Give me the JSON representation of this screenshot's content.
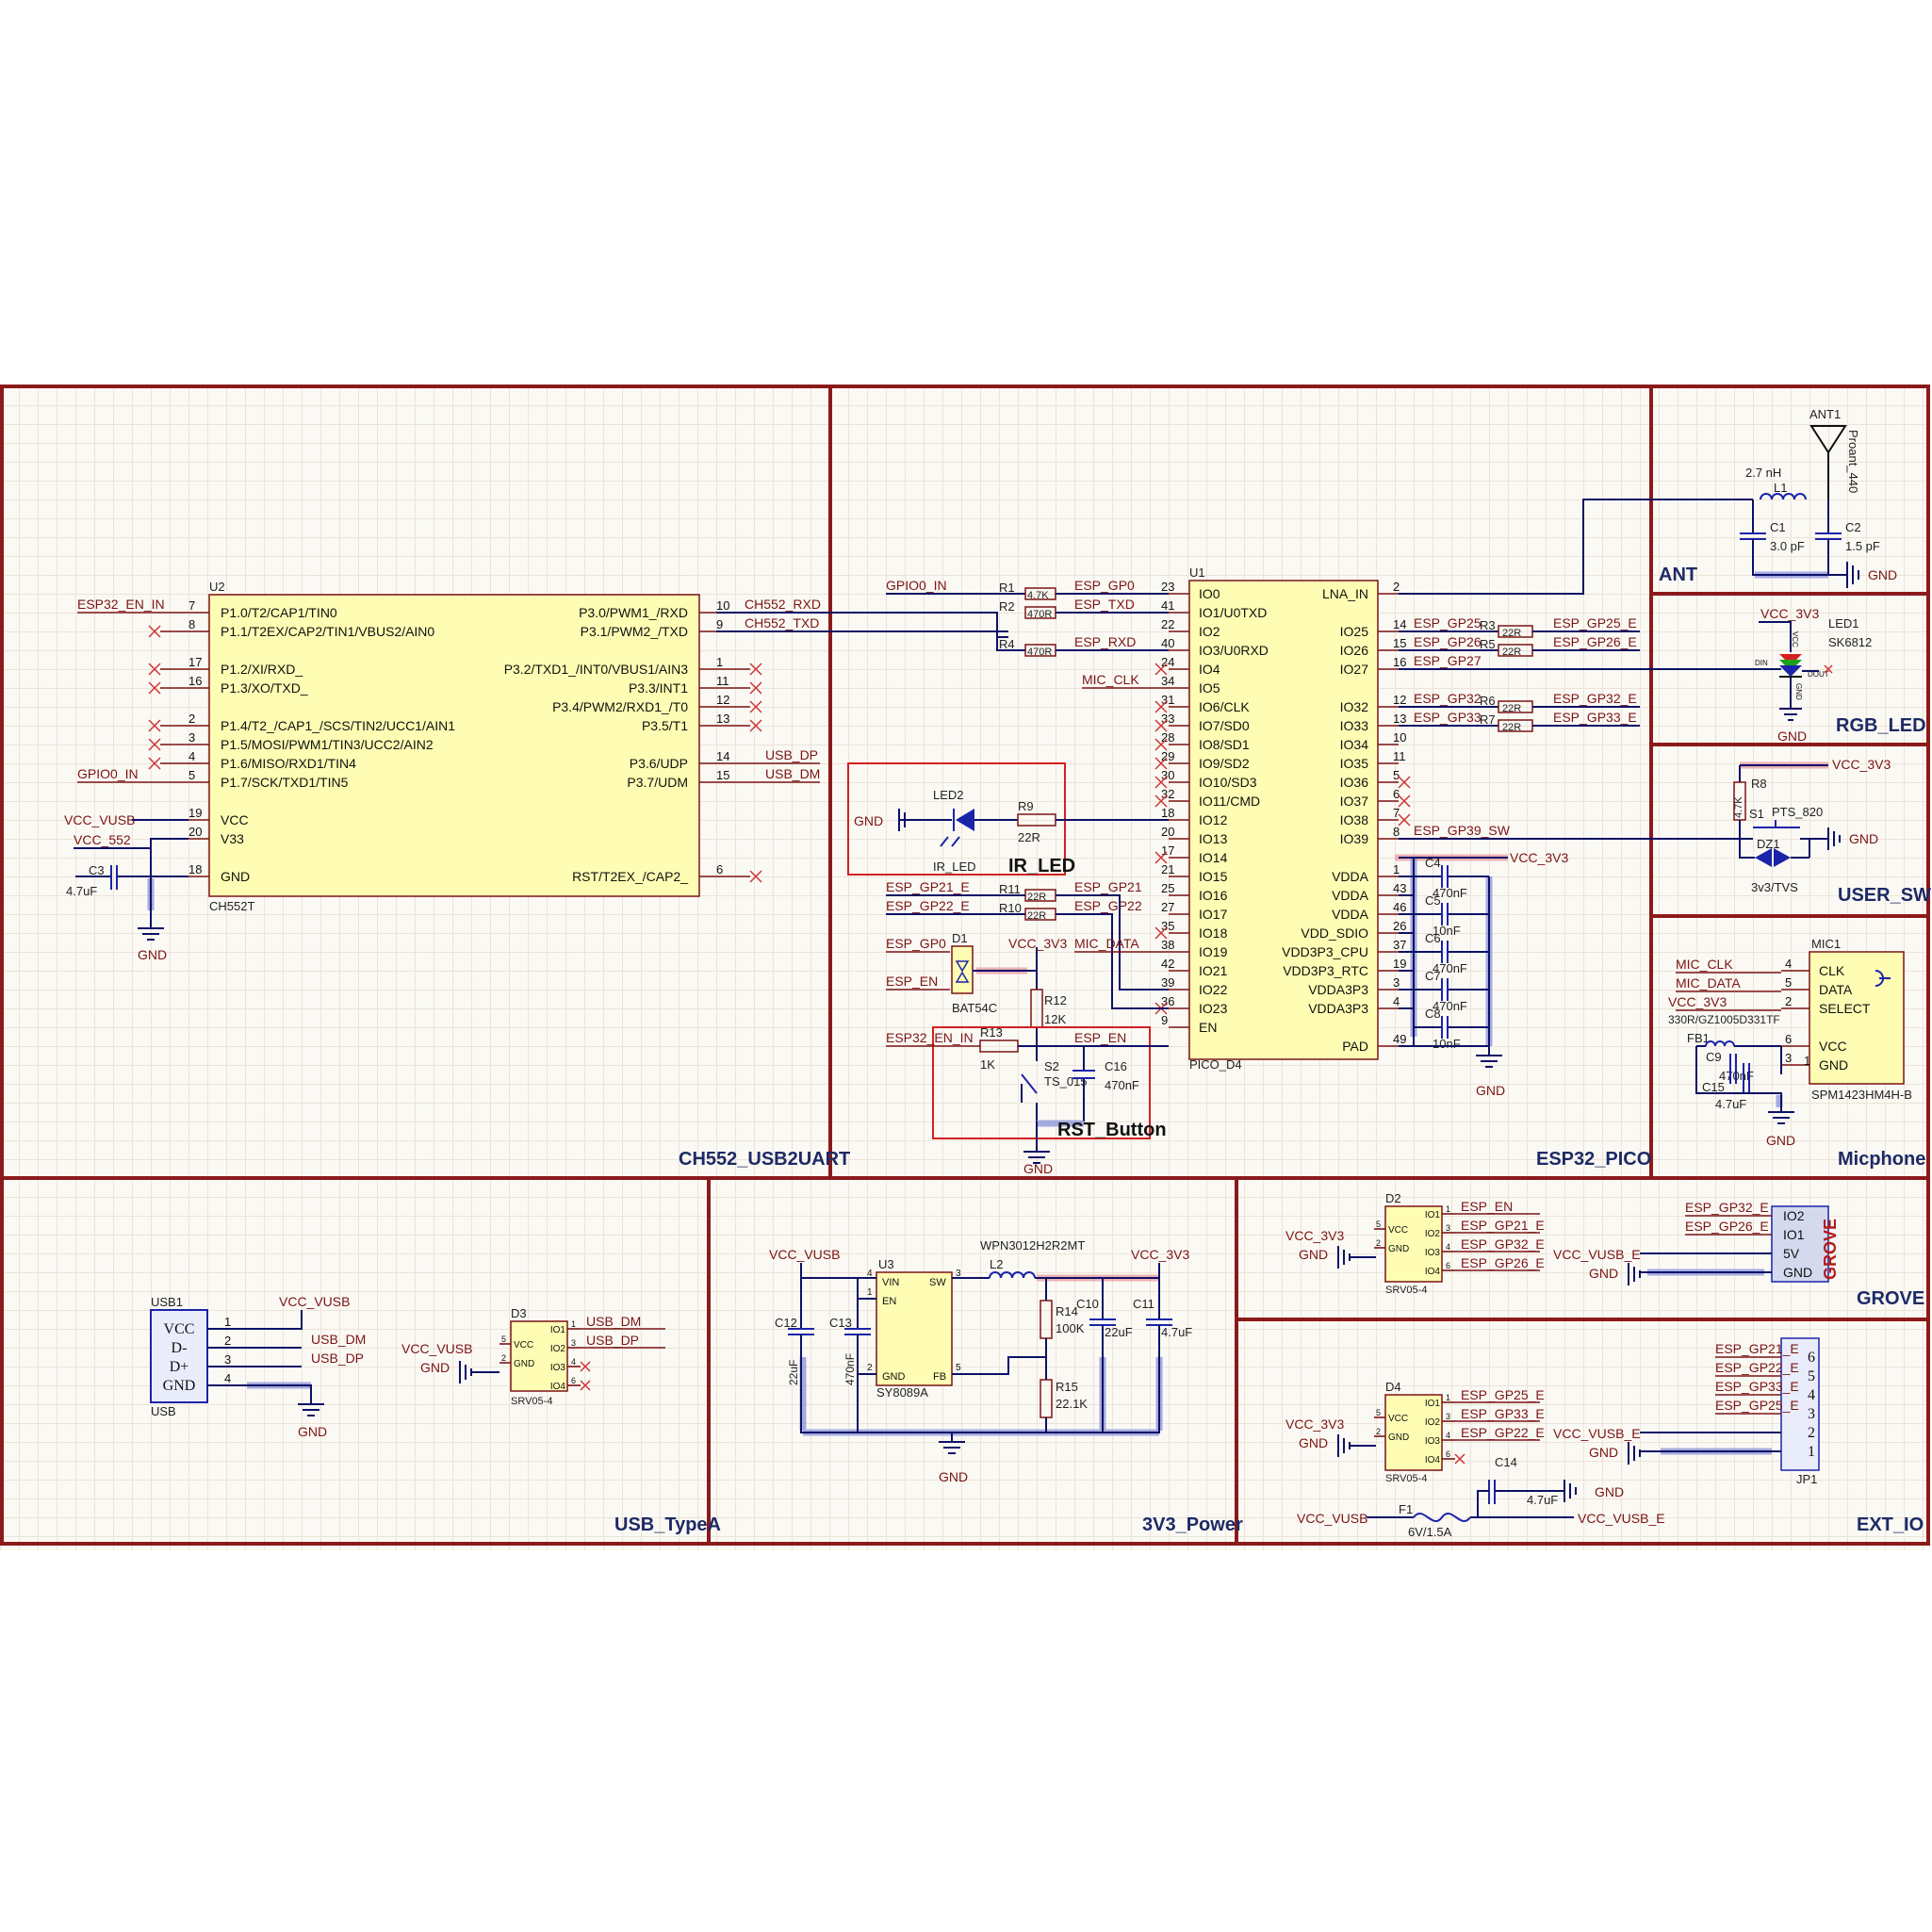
{
  "sections": {
    "ch552": "CH552_USB2UART",
    "esp32": "ESP32_PICO",
    "ant": "ANT",
    "rgb": "RGB_LED",
    "user_sw": "USER_SW",
    "mic": "Micphone",
    "usb": "USB_TypeA",
    "power": "3V3_Power",
    "grove": "GROVE",
    "extio": "EXT_IO",
    "ir": "IR_LED",
    "rst": "RST_Button"
  },
  "ch552": {
    "ref": "U2",
    "part": "CH552T",
    "left_pins": [
      {
        "no": "7",
        "name": "P1.0/T2/CAP1/TIN0"
      },
      {
        "no": "8",
        "name": "P1.1/T2EX/CAP2/TIN1/VBUS2/AIN0"
      },
      {
        "no": "17",
        "name": "P1.2/XI/RXD_"
      },
      {
        "no": "16",
        "name": "P1.3/XO/TXD_"
      },
      {
        "no": "2",
        "name": "P1.4/T2_/CAP1_/SCS/TIN2/UCC1/AIN1"
      },
      {
        "no": "3",
        "name": "P1.5/MOSI/PWM1/TIN3/UCC2/AIN2"
      },
      {
        "no": "4",
        "name": "P1.6/MISO/RXD1/TIN4"
      },
      {
        "no": "5",
        "name": "P1.7/SCK/TXD1/TIN5"
      },
      {
        "no": "19",
        "name": "VCC"
      },
      {
        "no": "20",
        "name": "V33"
      },
      {
        "no": "18",
        "name": "GND"
      }
    ],
    "right_pins": [
      {
        "no": "10",
        "name": "P3.0/PWM1_/RXD"
      },
      {
        "no": "9",
        "name": "P3.1/PWM2_/TXD"
      },
      {
        "no": "1",
        "name": "P3.2/TXD1_/INT0/VBUS1/AIN3"
      },
      {
        "no": "11",
        "name": "P3.3/INT1"
      },
      {
        "no": "12",
        "name": "P3.4/PWM2/RXD1_/T0"
      },
      {
        "no": "13",
        "name": "P3.5/T1"
      },
      {
        "no": "14",
        "name": "P3.6/UDP"
      },
      {
        "no": "15",
        "name": "P3.7/UDM"
      },
      {
        "no": "6",
        "name": "RST/T2EX_/CAP2_"
      }
    ],
    "nets": {
      "esp32_en_in": "ESP32_EN_IN",
      "gpio0_in": "GPIO0_IN",
      "vcc_vusb": "VCC_VUSB",
      "vcc_552": "VCC_552",
      "rxd": "CH552_RXD",
      "txd": "CH552_TXD",
      "usb_dp": "USB_DP",
      "usb_dm": "USB_DM",
      "gnd": "GND"
    },
    "c3_ref": "C3",
    "c3_val": "4.7uF"
  },
  "esp32": {
    "ref": "U1",
    "part": "PICO_D4",
    "left_pins": [
      {
        "no": "23",
        "name": "IO0"
      },
      {
        "no": "41",
        "name": "IO1/U0TXD"
      },
      {
        "no": "22",
        "name": "IO2"
      },
      {
        "no": "40",
        "name": "IO3/U0RXD"
      },
      {
        "no": "24",
        "name": "IO4"
      },
      {
        "no": "34",
        "name": "IO5"
      },
      {
        "no": "31",
        "name": "IO6/CLK"
      },
      {
        "no": "33",
        "name": "IO7/SD0"
      },
      {
        "no": "28",
        "name": "IO8/SD1"
      },
      {
        "no": "29",
        "name": "IO9/SD2"
      },
      {
        "no": "30",
        "name": "IO10/SD3"
      },
      {
        "no": "32",
        "name": "IO11/CMD"
      },
      {
        "no": "18",
        "name": "IO12"
      },
      {
        "no": "20",
        "name": "IO13"
      },
      {
        "no": "17",
        "name": "IO14"
      },
      {
        "no": "21",
        "name": "IO15"
      },
      {
        "no": "25",
        "name": "IO16"
      },
      {
        "no": "27",
        "name": "IO17"
      },
      {
        "no": "35",
        "name": "IO18"
      },
      {
        "no": "38",
        "name": "IO19"
      },
      {
        "no": "42",
        "name": "IO21"
      },
      {
        "no": "39",
        "name": "IO22"
      },
      {
        "no": "36",
        "name": "IO23"
      },
      {
        "no": "9",
        "name": "EN"
      }
    ],
    "right_pins": [
      {
        "no": "2",
        "name": "LNA_IN"
      },
      {
        "no": "14",
        "name": "IO25"
      },
      {
        "no": "15",
        "name": "IO26"
      },
      {
        "no": "16",
        "name": "IO27"
      },
      {
        "no": "12",
        "name": "IO32"
      },
      {
        "no": "13",
        "name": "IO33"
      },
      {
        "no": "10",
        "name": "IO34"
      },
      {
        "no": "11",
        "name": "IO35"
      },
      {
        "no": "5",
        "name": "IO36"
      },
      {
        "no": "6",
        "name": "IO37"
      },
      {
        "no": "7",
        "name": "IO38"
      },
      {
        "no": "8",
        "name": "IO39"
      },
      {
        "no": "1",
        "name": "VDDA"
      },
      {
        "no": "43",
        "name": "VDDA"
      },
      {
        "no": "46",
        "name": "VDDA"
      },
      {
        "no": "26",
        "name": "VDD_SDIO"
      },
      {
        "no": "37",
        "name": "VDD3P3_CPU"
      },
      {
        "no": "19",
        "name": "VDD3P3_RTC"
      },
      {
        "no": "3",
        "name": "VDDA3P3"
      },
      {
        "no": "4",
        "name": "VDDA3P3"
      },
      {
        "no": "49",
        "name": "PAD"
      }
    ],
    "left_nets": {
      "gpio0_in": "GPIO0_IN",
      "esp_gp0": "ESP_GP0",
      "esp_txd": "ESP_TXD",
      "esp_rxd": "ESP_RXD",
      "mic_clk": "MIC_CLK",
      "esp_gp21_e": "ESP_GP21_E",
      "esp_gp22_e": "ESP_GP22_E",
      "esp_gp21": "ESP_GP21",
      "esp_gp22": "ESP_GP22",
      "esp_gp0b": "ESP_GP0",
      "esp_en": "ESP_EN",
      "vcc_3v3": "VCC_3V3",
      "mic_data": "MIC_DATA",
      "esp32_en_in": "ESP32_EN_IN",
      "esp_en2": "ESP_EN"
    },
    "right_nets": {
      "gp25": "ESP_GP25",
      "gp26": "ESP_GP26",
      "gp27": "ESP_GP27",
      "gp32": "ESP_GP32",
      "gp33": "ESP_GP33",
      "gp25e": "ESP_GP25_E",
      "gp26e": "ESP_GP26_E",
      "gp32e": "ESP_GP32_E",
      "gp33e": "ESP_GP33_E",
      "gp39sw": "ESP_GP39_SW",
      "vcc": "VCC_3V3",
      "gnd": "GND"
    },
    "resistors": [
      {
        "ref": "R1",
        "val": "4.7K"
      },
      {
        "ref": "R2",
        "val": "470R"
      },
      {
        "ref": "R4",
        "val": "470R"
      },
      {
        "ref": "R11",
        "val": "22R"
      },
      {
        "ref": "R10",
        "val": "22R"
      },
      {
        "ref": "R3",
        "val": "22R"
      },
      {
        "ref": "R5",
        "val": "22R"
      },
      {
        "ref": "R6",
        "val": "22R"
      },
      {
        "ref": "R7",
        "val": "22R"
      }
    ],
    "caps": [
      {
        "ref": "C4",
        "val": "470nF"
      },
      {
        "ref": "C5",
        "val": "10nF"
      },
      {
        "ref": "C6",
        "val": "470nF"
      },
      {
        "ref": "C7",
        "val": "470nF"
      },
      {
        "ref": "C8",
        "val": "10nF"
      }
    ],
    "d1_ref": "D1",
    "d1_part": "BAT54C",
    "r12_ref": "R12",
    "r12_val": "12K",
    "r13_ref": "R13",
    "r13_val": "1K",
    "s2_ref": "S2",
    "s2_part": "TS_015",
    "c16_ref": "C16",
    "c16_val": "470nF",
    "led2_ref": "LED2",
    "led2_part": "IR_LED",
    "r9_ref": "R9",
    "r9_val": "22R",
    "gnd": "GND"
  },
  "ant": {
    "ref": "ANT1",
    "part": "Proant_440",
    "l1_ref": "L1",
    "l1_val": "2.7 nH",
    "c1_ref": "C1",
    "c1_val": "3.0 pF",
    "c2_ref": "C2",
    "c2_val": "1.5 pF",
    "gnd": "GND"
  },
  "rgb": {
    "vcc": "VCC_3V3",
    "ref": "LED1",
    "part": "SK6812",
    "din": "DIN",
    "dout": "DOUT",
    "vdd": "VCC",
    "gndpin": "GND",
    "gnd": "GND",
    "colors": {
      "red": "#d62020",
      "green": "#1aa11a",
      "blue": "#1b24a8"
    }
  },
  "user_sw": {
    "vcc": "VCC_3V3",
    "r8_ref": "R8",
    "r8_val": "4.7K",
    "s1_ref": "S1",
    "s1_part": "PTS_820",
    "dz1_ref": "DZ1",
    "dz1_part": "3v3/TVS",
    "gnd": "GND"
  },
  "mic": {
    "ref": "MIC1",
    "part": "SPM1423HM4H-B",
    "pins": [
      {
        "no": "4",
        "name": "CLK",
        "net": "MIC_CLK"
      },
      {
        "no": "5",
        "name": "DATA",
        "net": "MIC_DATA"
      },
      {
        "no": "2",
        "name": "SELECT",
        "net": "VCC_3V3"
      },
      {
        "no": "6",
        "name": "VCC",
        "net": ""
      },
      {
        "no": "3",
        "name": "GND",
        "net": ""
      }
    ],
    "pin1": "1",
    "fb1_ref": "FB1",
    "fb1_val": "330R/GZ1005D331TF",
    "c9_ref": "C9",
    "c9_val": "470nF",
    "c15_ref": "C15",
    "c15_val": "4.7uF",
    "gnd": "GND"
  },
  "usb": {
    "ref": "USB1",
    "part": "USB",
    "pins": [
      {
        "no": "1",
        "name": "VCC"
      },
      {
        "no": "2",
        "name": "D-"
      },
      {
        "no": "3",
        "name": "D+"
      },
      {
        "no": "4",
        "name": "GND"
      }
    ],
    "nets": {
      "vcc_vusb": "VCC_VUSB",
      "usb_dm": "USB_DM",
      "usb_dp": "USB_DP",
      "gnd": "GND"
    },
    "d3": {
      "ref": "D3",
      "part": "SRV05-4",
      "vcc_net": "VCC_VUSB",
      "gnd_net": "GND",
      "pins": [
        {
          "no": "5",
          "name": "VCC"
        },
        {
          "no": "2",
          "name": "GND"
        },
        {
          "no": "1",
          "name": "IO1",
          "net": "USB_DM"
        },
        {
          "no": "3",
          "name": "IO2",
          "net": "USB_DP"
        },
        {
          "no": "4",
          "name": "IO3",
          "net": ""
        },
        {
          "no": "6",
          "name": "IO4",
          "net": ""
        }
      ]
    }
  },
  "power": {
    "vin_net": "VCC_VUSB",
    "vout_net": "VCC_3V3",
    "u3_ref": "U3",
    "u3_part": "SY8089A",
    "u3_pins": [
      {
        "no": "4",
        "name": "VIN"
      },
      {
        "no": "1",
        "name": "EN"
      },
      {
        "no": "2",
        "name": "GND"
      },
      {
        "no": "3",
        "name": "SW"
      },
      {
        "no": "5",
        "name": "FB"
      }
    ],
    "l2_ref": "L2",
    "l2_val": "WPN3012H2R2MT",
    "r14_ref": "R14",
    "r14_val": "100K",
    "r15_ref": "R15",
    "r15_val": "22.1K",
    "c10_ref": "C10",
    "c10_val": "22uF",
    "c11_ref": "C11",
    "c11_val": "4.7uF",
    "c12_ref": "C12",
    "c12_val": "22uF",
    "c13_ref": "C13",
    "c13_val": "470nF",
    "gnd": "GND"
  },
  "grove": {
    "d2": {
      "ref": "D2",
      "part": "SRV05-4",
      "vcc_net": "VCC_3V3",
      "gnd_net": "GND",
      "pins": [
        {
          "no": "5",
          "name": "VCC"
        },
        {
          "no": "2",
          "name": "GND"
        },
        {
          "no": "1",
          "name": "IO1",
          "net": "ESP_EN"
        },
        {
          "no": "3",
          "name": "IO2",
          "net": "ESP_GP21_E"
        },
        {
          "no": "4",
          "name": "IO3",
          "net": "ESP_GP32_E"
        },
        {
          "no": "6",
          "name": "IO4",
          "net": "ESP_GP26_E"
        }
      ]
    },
    "conn_label": "GROVE",
    "conn_pins": [
      "IO2",
      "IO1",
      "5V",
      "GND"
    ],
    "conn_nets": {
      "io2": "ESP_GP32_E",
      "io1": "ESP_GP26_E",
      "vusb": "VCC_VUSB_E",
      "gnd": "GND"
    }
  },
  "extio": {
    "d4": {
      "ref": "D4",
      "part": "SRV05-4",
      "vcc_net": "VCC_3V3",
      "gnd_net": "GND",
      "pins": [
        {
          "no": "5",
          "name": "VCC"
        },
        {
          "no": "2",
          "name": "GND"
        },
        {
          "no": "1",
          "name": "IO1",
          "net": "ESP_GP25_E"
        },
        {
          "no": "3",
          "name": "IO2",
          "net": "ESP_GP33_E"
        },
        {
          "no": "4",
          "name": "IO3",
          "net": "ESP_GP22_E"
        },
        {
          "no": "6",
          "name": "IO4",
          "net": ""
        }
      ]
    },
    "c14_ref": "C14",
    "c14_val": "4.7uF",
    "f1_ref": "F1",
    "f1_val": "6V/1.5A",
    "f1_in": "VCC_VUSB",
    "f1_out": "VCC_VUSB_E",
    "gnd": "GND",
    "jp1_ref": "JP1",
    "jp1_pins": [
      "6",
      "5",
      "4",
      "3",
      "2",
      "1"
    ],
    "jp1_nets": [
      "ESP_GP21_E",
      "ESP_GP22_E",
      "ESP_GP33_E",
      "ESP_GP25_E"
    ],
    "jp1_vusb": "VCC_VUSB_E",
    "jp1_gnd": "GND"
  }
}
